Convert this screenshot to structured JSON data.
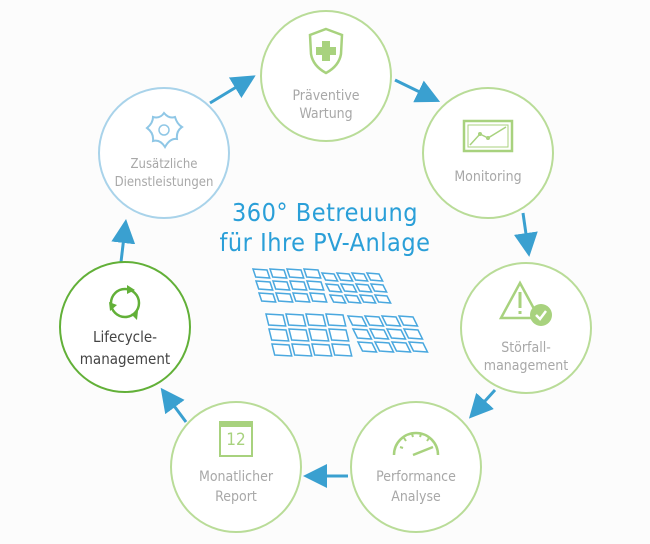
{
  "title": {
    "line1": "360° Betreuung",
    "line2": "für Ihre PV-Anlage"
  },
  "nodes": [
    {
      "id": "praeventive",
      "line1": "Präventive",
      "line2": "Wartung",
      "icon": "shield-cross-icon"
    },
    {
      "id": "monitoring",
      "line1": "Monitoring",
      "icon": "monitor-chart-icon"
    },
    {
      "id": "stoerfall",
      "line1": "Störfall-",
      "line2": "management",
      "icon": "warning-check-icon"
    },
    {
      "id": "performance",
      "line1": "Performance",
      "line2": "Analyse",
      "icon": "speedometer-icon"
    },
    {
      "id": "report",
      "line1": "Monatlicher",
      "line2": "Report",
      "icon": "calendar-icon",
      "calendar_day": "12"
    },
    {
      "id": "lifecycle",
      "line1": "Lifecycle-",
      "line2": "management",
      "icon": "cycle-arrows-icon"
    },
    {
      "id": "zusatz",
      "line1": "Zusätzliche",
      "line2": "Dienstleistungen",
      "icon": "star-knot-icon"
    }
  ],
  "colors": {
    "accent": "#2a9fd8",
    "green": "#b9dc98",
    "active": "#62b038",
    "arrow": "#3aa0d0"
  }
}
